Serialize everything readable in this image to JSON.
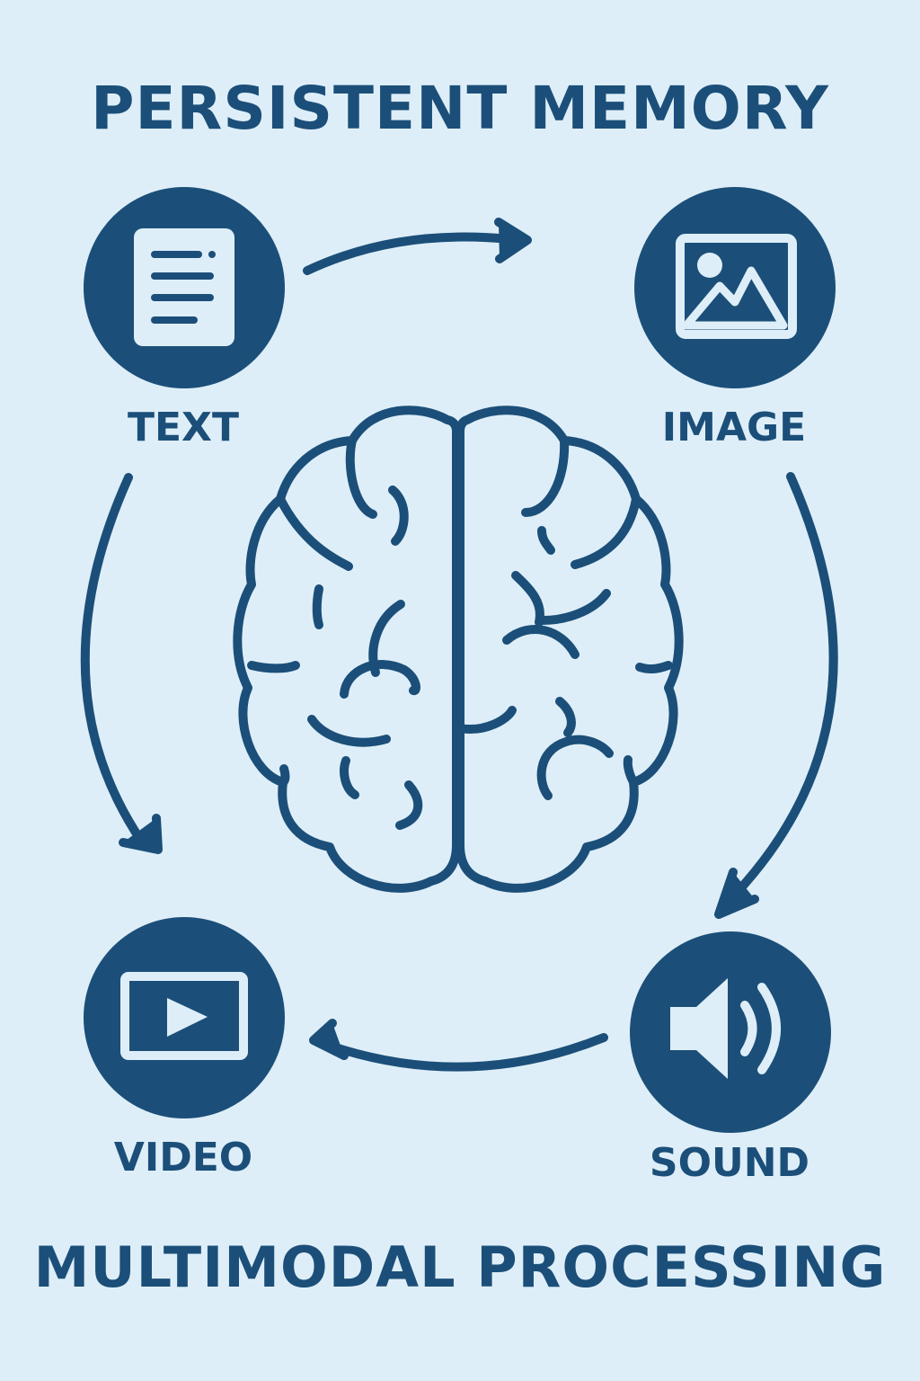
{
  "title": "PERSISTENT MEMORY",
  "subtitle": "MULTIMODAL PROCESSING",
  "nodes": {
    "text": {
      "label": "TEXT",
      "icon": "document-icon"
    },
    "image": {
      "label": "IMAGE",
      "icon": "image-icon"
    },
    "video": {
      "label": "VIDEO",
      "icon": "video-play-icon"
    },
    "sound": {
      "label": "SOUND",
      "icon": "speaker-icon"
    }
  },
  "center_icon": "brain-icon",
  "flow": [
    "text-to-image",
    "image-to-sound",
    "sound-to-video",
    "text-to-video"
  ],
  "colors": {
    "background": "#deeef8",
    "primary": "#1b4f79"
  }
}
